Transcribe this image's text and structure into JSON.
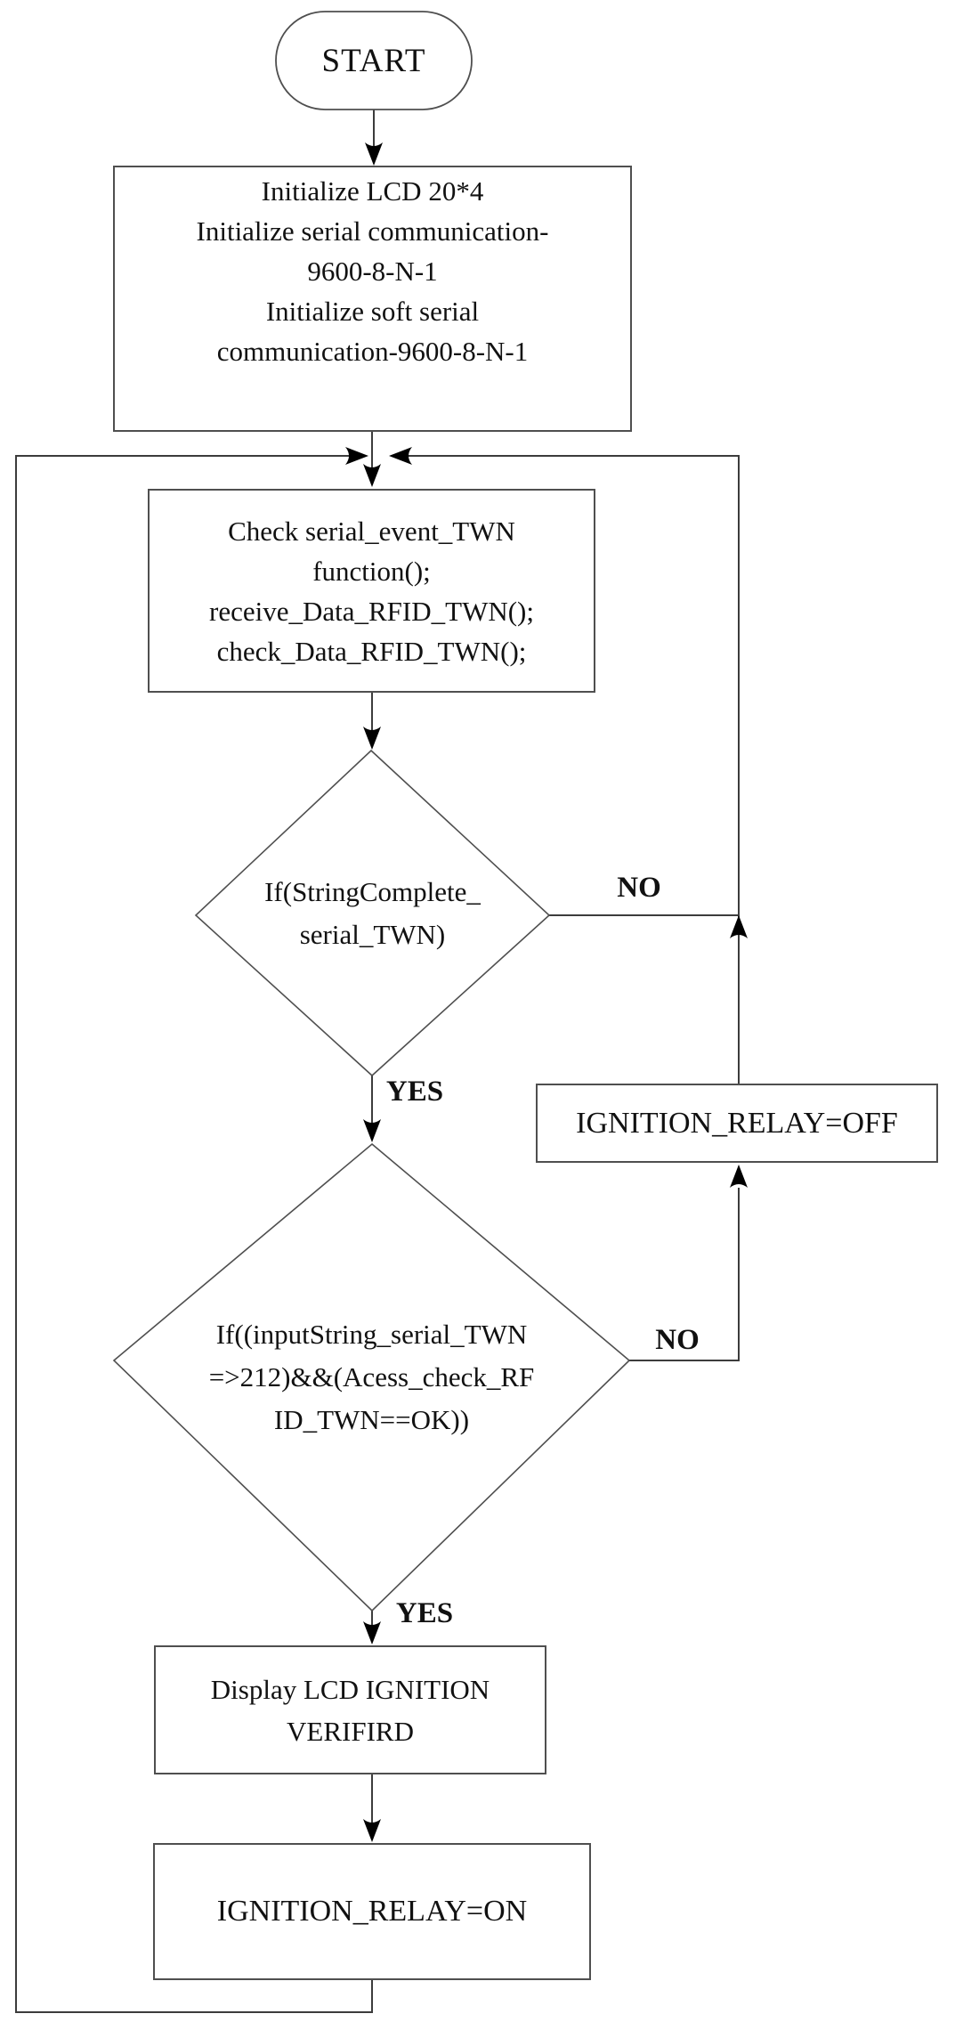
{
  "diagram": {
    "type": "flowchart",
    "background": "#ffffff",
    "line_color": "#3c3c3c",
    "border_color": "#4f4f4f",
    "text_color": "#111111",
    "nodes": {
      "start": {
        "shape": "terminator",
        "label": "START"
      },
      "init": {
        "shape": "process",
        "label": "Initialize LCD 20*4\nInitialize serial communication-\n9600-8-N-1\nInitialize soft serial\ncommunication-9600-8-N-1"
      },
      "check": {
        "shape": "process",
        "label": "Check serial_event_TWN\nfunction();\nreceive_Data_RFID_TWN();\ncheck_Data_RFID_TWN();"
      },
      "decision_string_complete": {
        "shape": "decision",
        "label": "If(StringComplete_\nserial_TWN)"
      },
      "ignition_relay_off": {
        "shape": "process",
        "label": "IGNITION_RELAY=OFF"
      },
      "decision_access_check": {
        "shape": "decision",
        "label": "If((inputString_serial_TWN\n=>212)&&(Acess_check_RF\nID_TWN==OK))"
      },
      "display_verified": {
        "shape": "process",
        "label": "Display LCD IGNITION\nVERIFIRD"
      },
      "ignition_relay_on": {
        "shape": "process",
        "label": "IGNITION_RELAY=ON"
      }
    },
    "edge_labels": {
      "decision1_no": "NO",
      "decision1_yes": "YES",
      "decision2_no": "NO",
      "decision2_yes": "YES"
    },
    "edges": [
      {
        "from": "start",
        "to": "init"
      },
      {
        "from": "init",
        "to": "check"
      },
      {
        "from": "check",
        "to": "decision_string_complete"
      },
      {
        "from": "decision_string_complete",
        "to": "ignition_relay_off",
        "label": "NO"
      },
      {
        "from": "decision_string_complete",
        "to": "decision_access_check",
        "label": "YES"
      },
      {
        "from": "decision_access_check",
        "to": "ignition_relay_off",
        "label": "NO"
      },
      {
        "from": "decision_access_check",
        "to": "display_verified",
        "label": "YES"
      },
      {
        "from": "display_verified",
        "to": "ignition_relay_on"
      },
      {
        "from": "ignition_relay_off",
        "to": "check"
      },
      {
        "from": "ignition_relay_on",
        "to": "check"
      }
    ]
  }
}
